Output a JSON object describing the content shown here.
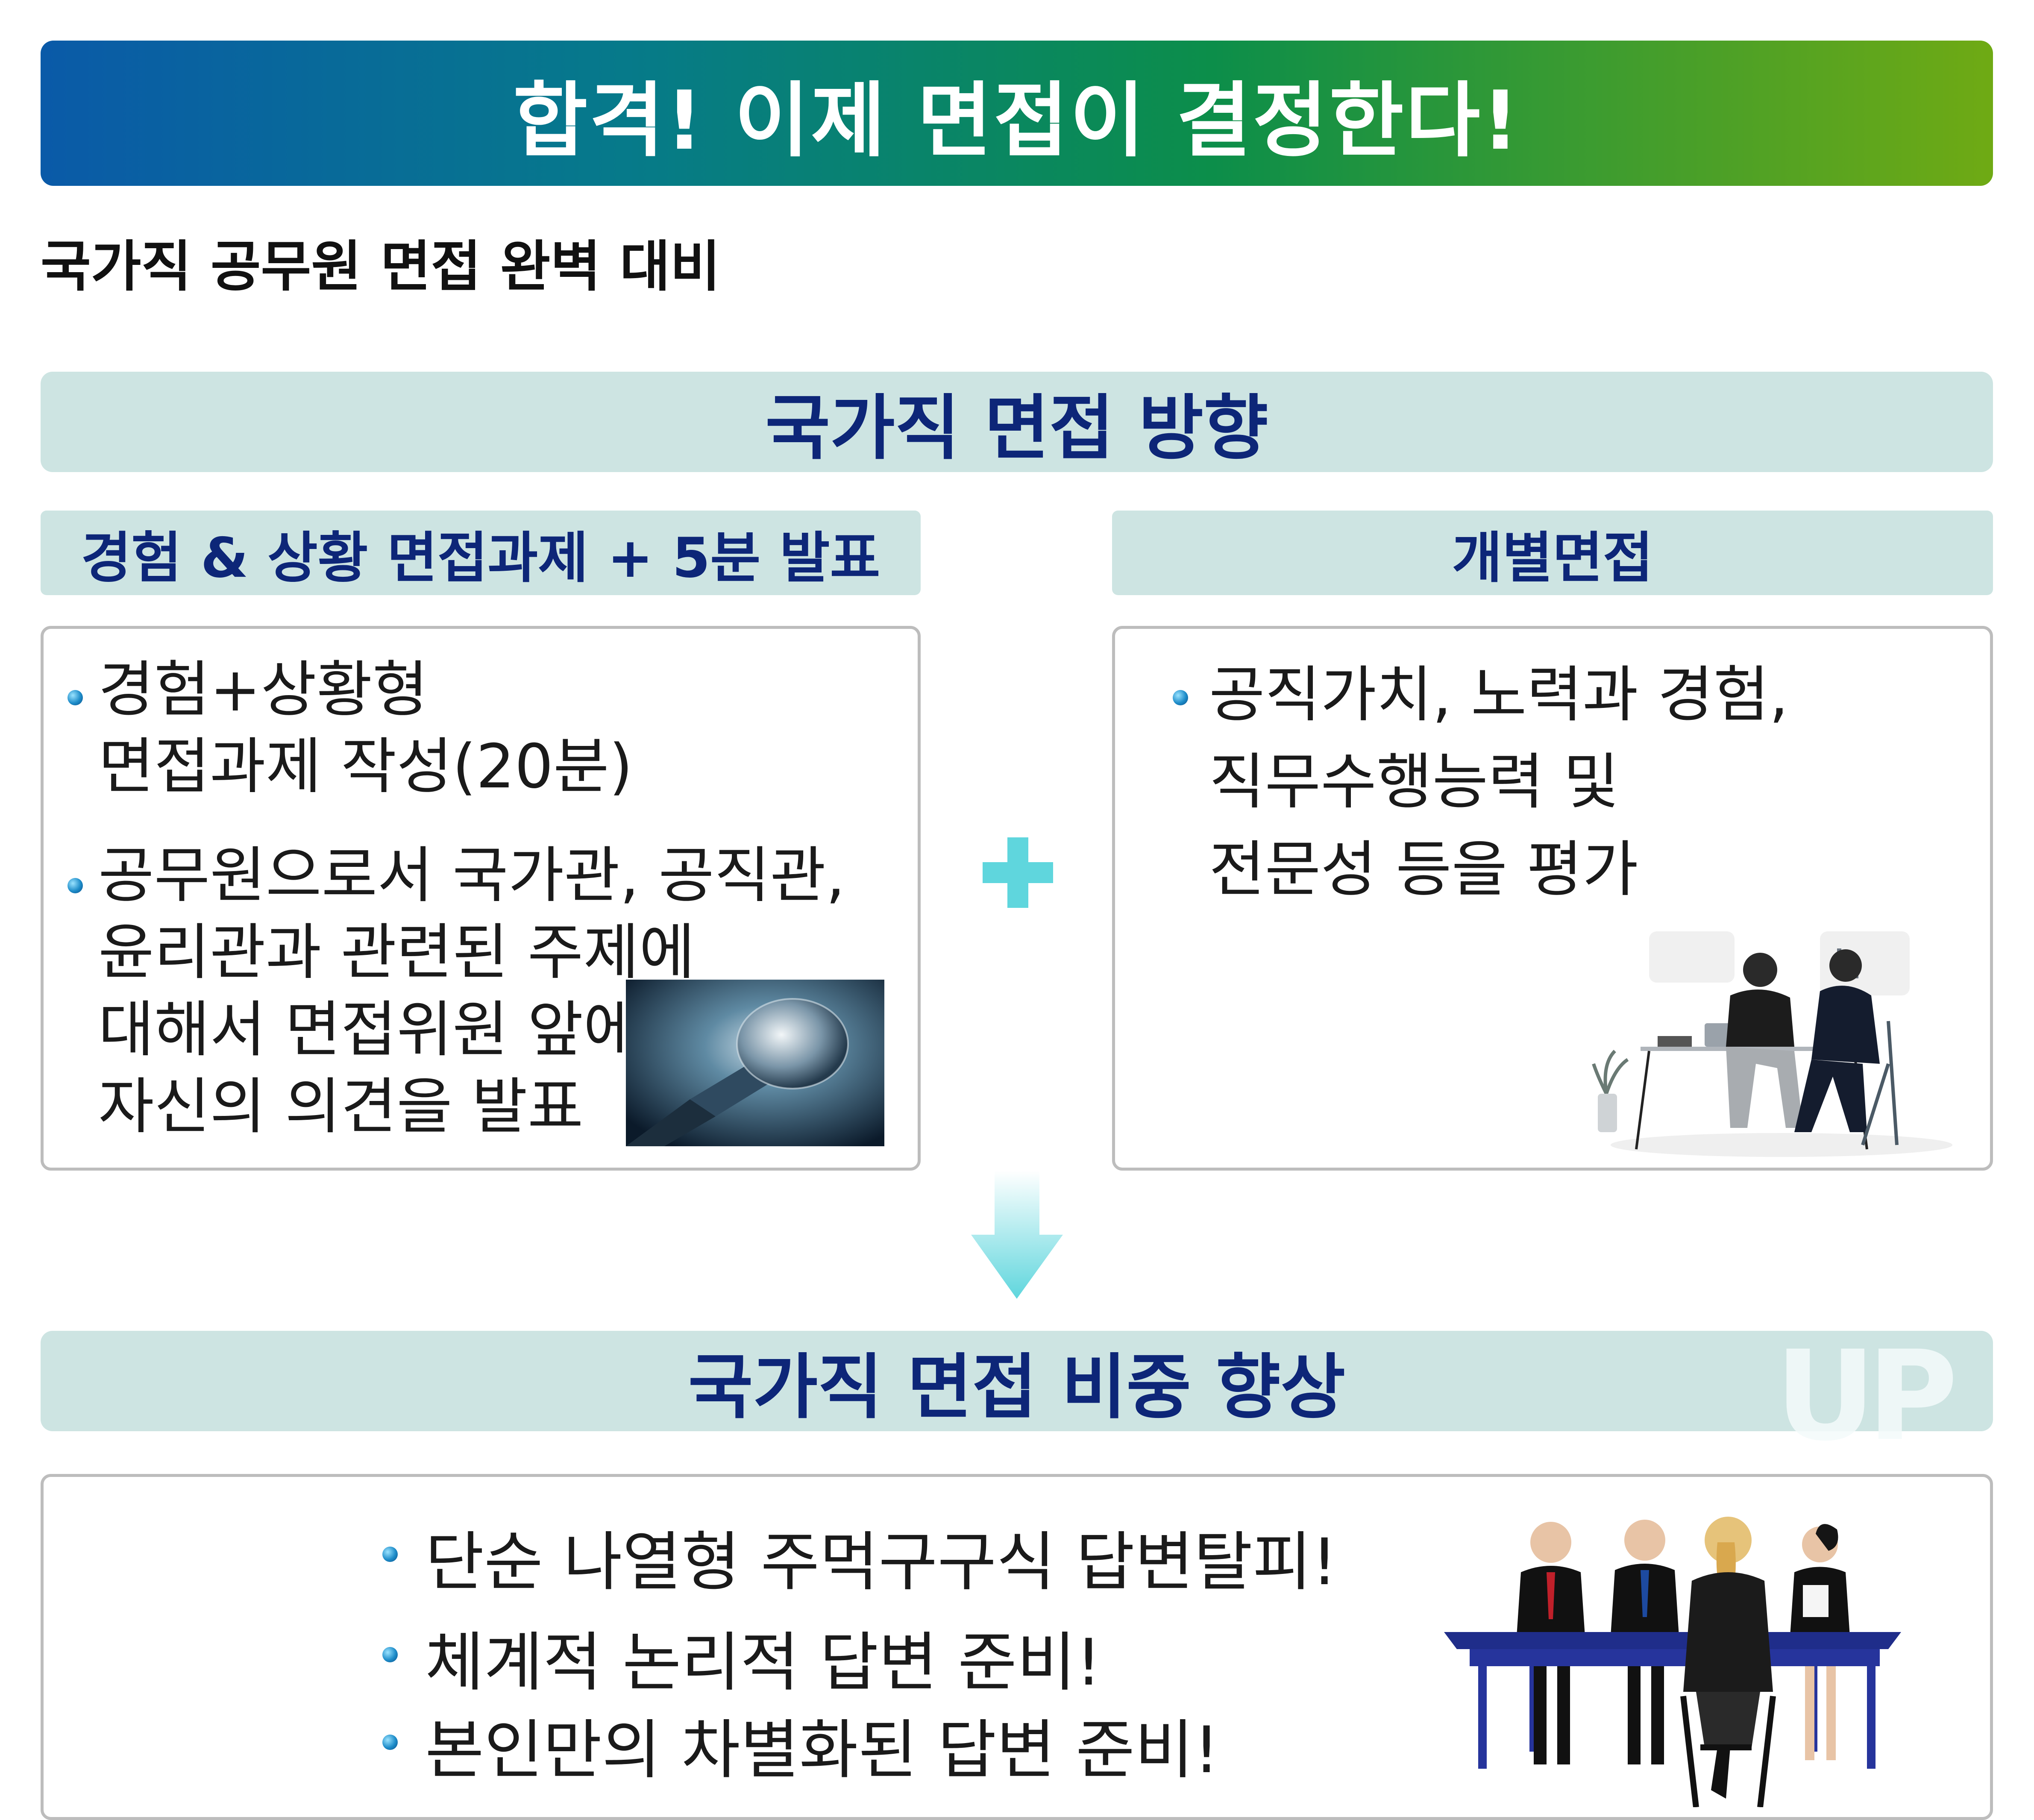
{
  "banner": {
    "title": "합격! 이제 면접이 결정한다!"
  },
  "subtitle": "국가직 공무원 면접 완벽 대비",
  "direction": {
    "heading": "국가직 면접 방향",
    "left": {
      "label": "경험 & 상황 면접과제 + 5분 발표",
      "bullets": [
        {
          "line1": "경험+상황형",
          "line2": "면접과제 작성(20분)"
        },
        {
          "line1": "공무원으로서 국가관, 공직관,",
          "line2": "윤리관과 관련된 주제에",
          "line3": "대해서 면접위원 앞에서",
          "line4": "자신의 의견을 발표"
        }
      ]
    },
    "right": {
      "label": "개별면접",
      "bullets": [
        {
          "line1": "공직가치, 노력과 경험,",
          "line2": "직무수행능력 및",
          "line3": "전문성 등을 평가"
        }
      ]
    }
  },
  "increase": {
    "heading": "국가직 면접 비중 향상",
    "badge": "UP",
    "bullets": [
      "단순 나열형 주먹구구식 답변탈피!",
      "체계적 논리적 답변 준비!",
      "본인만의 차별화된 답변 준비!"
    ]
  },
  "icons": {
    "bullet": "sphere-bullet-icon",
    "plus": "plus-icon",
    "arrow": "down-arrow-icon",
    "microphone": "microphone-photo",
    "interview": "interview-illustration",
    "panel": "interview-panel-illustration"
  },
  "colors": {
    "heading_text": "#0d2678",
    "bar_bg": "#cde4e2",
    "accent": "#5fd6dd"
  }
}
